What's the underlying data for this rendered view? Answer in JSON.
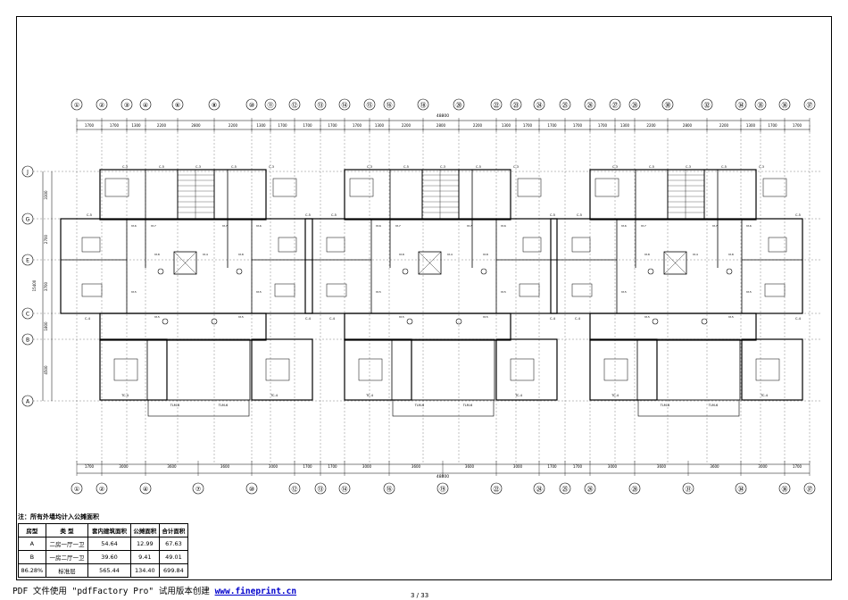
{
  "drawing": {
    "top_axes": [
      "①",
      "②",
      "③",
      "④",
      "⑥",
      "⑧",
      "⑩",
      "⑪",
      "⑫",
      "⑬",
      "⑭",
      "⑮",
      "⑯",
      "⑱",
      "⑳",
      "㉒",
      "㉓",
      "㉔",
      "㉕",
      "㉖",
      "㉗",
      "㉘",
      "㉚",
      "㉜",
      "㉞",
      "㉟",
      "㊱",
      "㊲"
    ],
    "bottom_axes": [
      "①",
      "②",
      "④",
      "⑦",
      "⑩",
      "⑫",
      "⑬",
      "⑭",
      "⑯",
      "⑲",
      "㉒",
      "㉔",
      "㉕",
      "㉖",
      "㉘",
      "㉛",
      "㉞",
      "㊱",
      "㊲"
    ],
    "row_axes": [
      "J",
      "G",
      "E",
      "C",
      "B",
      "A"
    ],
    "top_overall_dim": "48800",
    "bottom_overall_dim": "48800",
    "top_dims": [
      "1700",
      "1700",
      "1300",
      "2200",
      "2800",
      "2200",
      "1300",
      "1700",
      "1700",
      "1700",
      "1700",
      "1300",
      "2200",
      "2800",
      "2200",
      "1300",
      "1700",
      "1700",
      "1700",
      "1700",
      "1300",
      "2200",
      "2800",
      "2200",
      "1300",
      "1700",
      "1700"
    ],
    "bottom_dims": [
      "1700",
      "3000",
      "3600",
      "3600",
      "3000",
      "1700",
      "1700",
      "3000",
      "3600",
      "3600",
      "3000",
      "1700",
      "1700",
      "3000",
      "3600",
      "3600",
      "3000",
      "1700"
    ],
    "left_dims": [
      "3300",
      "2700",
      "3700",
      "1800",
      "4500"
    ],
    "left_total_dim": "15400",
    "room_labels": {
      "c3": "C-3",
      "c5": "C-5",
      "c4": "C-4",
      "m4": "M-4",
      "m5": "M-5",
      "m6": "M-6",
      "m7": "M-7",
      "m8": "M-8",
      "tc4": "TC-4",
      "tlm6": "TLM-6"
    }
  },
  "note": "注：所有外墙均计入公摊面积",
  "area_table": {
    "headers": [
      "房型",
      "类 型",
      "套内建筑面积",
      "公摊面积",
      "合计面积"
    ],
    "rows": [
      [
        "A",
        "二房一厅一卫",
        "54.64",
        "12.99",
        "67.63"
      ],
      [
        "B",
        "一房二厅一卫",
        "39.60",
        "9.41",
        "49.01"
      ],
      [
        "86.28%",
        "标准层",
        "565.44",
        "134.40",
        "699.84"
      ]
    ]
  },
  "footer": {
    "prefix": "PDF 文件使用 \"pdfFactory Pro\" 试用版本创建 ",
    "link": "www.fineprint.cn"
  },
  "pager": "3 / 33"
}
